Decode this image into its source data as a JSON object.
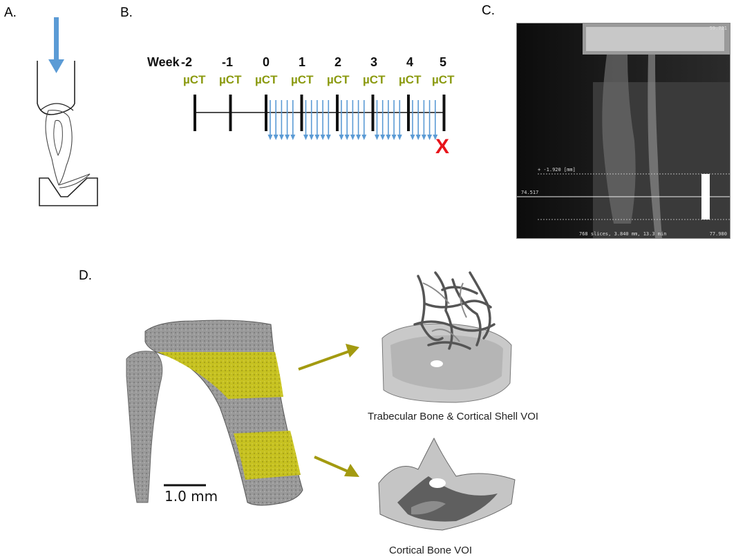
{
  "panels": {
    "a": "A.",
    "b": "B.",
    "c": "C.",
    "d": "D."
  },
  "timeline": {
    "week_label": "Week",
    "weeks": [
      "-2",
      "-1",
      "0",
      "1",
      "2",
      "3",
      "4",
      "5"
    ],
    "scan_label": "µCT",
    "end_mark": "X",
    "colors": {
      "scan": "#8b9a10",
      "load_arrow": "#5b9bd5",
      "end": "#e8141b"
    }
  },
  "xray": {
    "top_right": "59.721",
    "offset": "+ -1.920 [mm]",
    "level": "74.517",
    "footer": "768 slices,    3.840 mm,   13.3 min",
    "bottom_right": "77.980"
  },
  "vois": {
    "trabecular_caption": "Trabecular Bone & Cortical Shell VOI",
    "cortical_caption": "Cortical Bone VOI",
    "scale_bar": "1.0 mm",
    "colors": {
      "highlight": "#c8c31a",
      "bone": "#9a9a9a",
      "arrow": "#a39a10"
    }
  }
}
